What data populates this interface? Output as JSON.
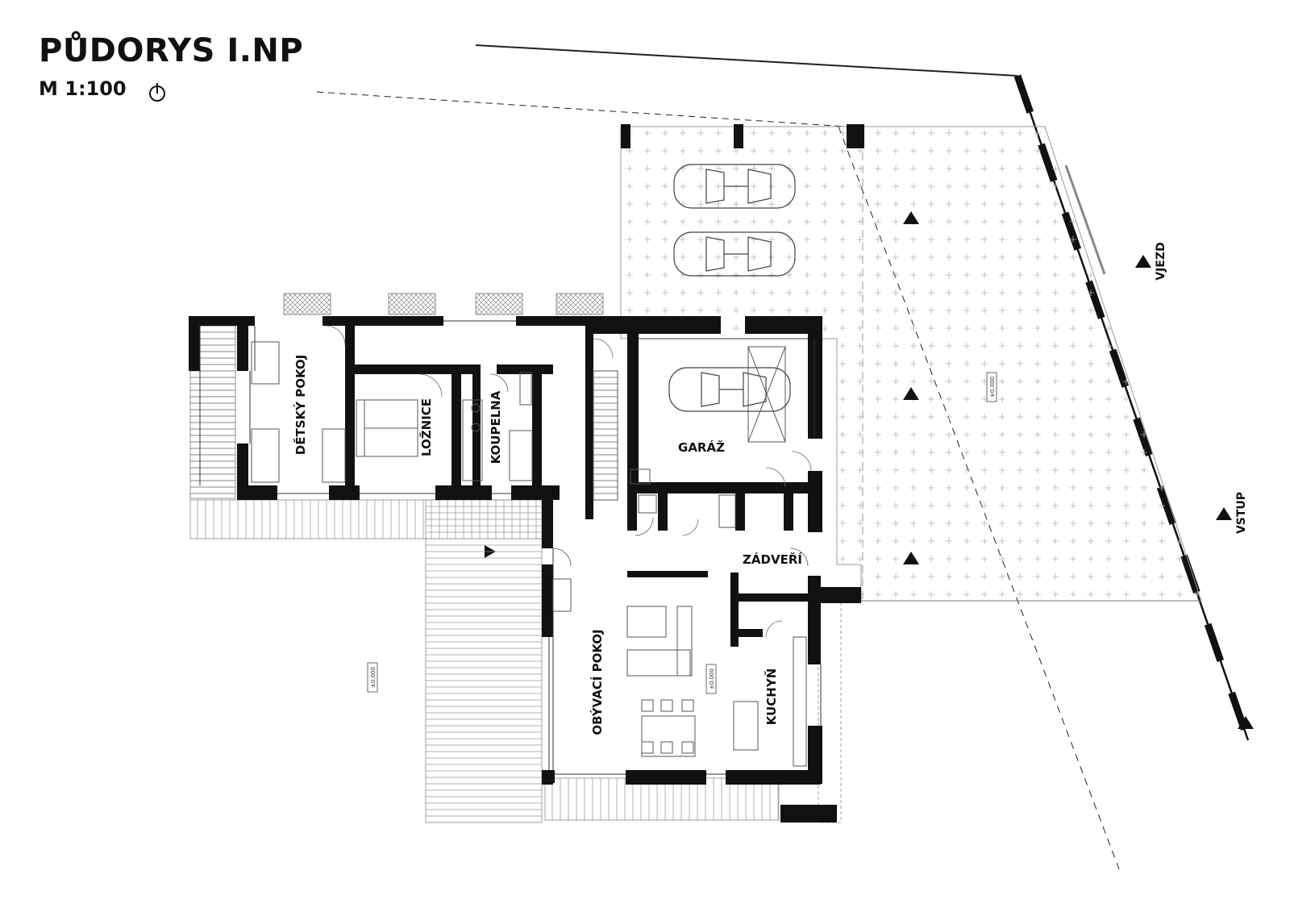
{
  "header": {
    "title": "PŮDORYS I.NP",
    "scale": "M 1:100",
    "north_icon": "north-arrow-icon"
  },
  "rooms": {
    "detsky_pokoj": "DĚTSKÝ POKOJ",
    "loznice": "LOŽNICE",
    "koupelna": "KOUPELNA",
    "garaz": "GARÁŽ",
    "zadveri": "ZÁDVEŘÍ",
    "obyvaci_pokoj": "OBÝVACÍ POKOJ",
    "kuchyn": "KUCHYŇ"
  },
  "labels": {
    "vjezd": "VJEZD",
    "vstup": "VSTUP",
    "level_drive": "±0.000",
    "level_garden": "±0.000",
    "level_living": "±0.000"
  },
  "colors": {
    "wall": "#111111",
    "line": "#222222",
    "hatch": "#9a9a9a",
    "grey_line": "#888888"
  }
}
